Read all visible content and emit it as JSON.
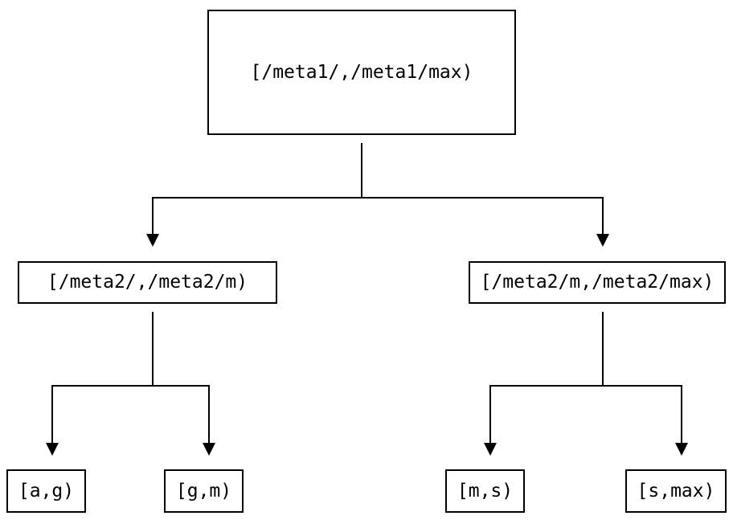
{
  "colors": {
    "background": "#ffffff",
    "line": "#000000",
    "box_border": "#000000",
    "text": "#000000"
  },
  "tree": {
    "root": {
      "label": "[/meta1/,/meta1/max)"
    },
    "children": [
      {
        "label": "[/meta2/,/meta2/m)",
        "children": [
          {
            "label": "[a,g)"
          },
          {
            "label": "[g,m)"
          }
        ]
      },
      {
        "label": "[/meta2/m,/meta2/max)",
        "children": [
          {
            "label": "[m,s)"
          },
          {
            "label": "[s,max)"
          }
        ]
      }
    ]
  }
}
